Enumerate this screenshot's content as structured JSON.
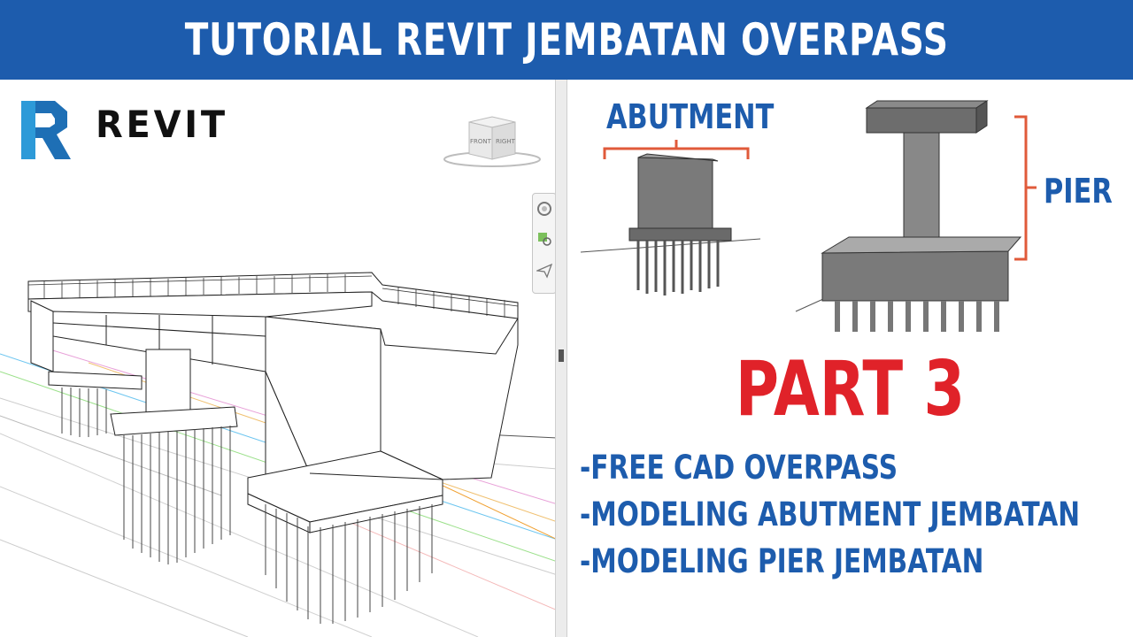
{
  "banner": {
    "title": "TUTORIAL REVIT JEMBATAN OVERPASS",
    "bg_color": "#1d5cad"
  },
  "logo": {
    "name": "REVIT",
    "icon": "revit-r-icon"
  },
  "viewcube": {
    "front_label": "FRONT",
    "right_label": "RIGHT"
  },
  "navbar": {
    "icons": [
      "steering-wheel-icon",
      "zoom-region-icon",
      "paper-plane-icon"
    ]
  },
  "diagram": {
    "abutment_label": "ABUTMENT",
    "pier_label": "PIER",
    "accent_color": "#e05a3a"
  },
  "part": {
    "title": "PART 3",
    "color": "#e02229"
  },
  "bullets": [
    "-FREE CAD OVERPASS",
    "-MODELING ABUTMENT JEMBATAN",
    "-MODELING PIER JEMBATAN"
  ]
}
